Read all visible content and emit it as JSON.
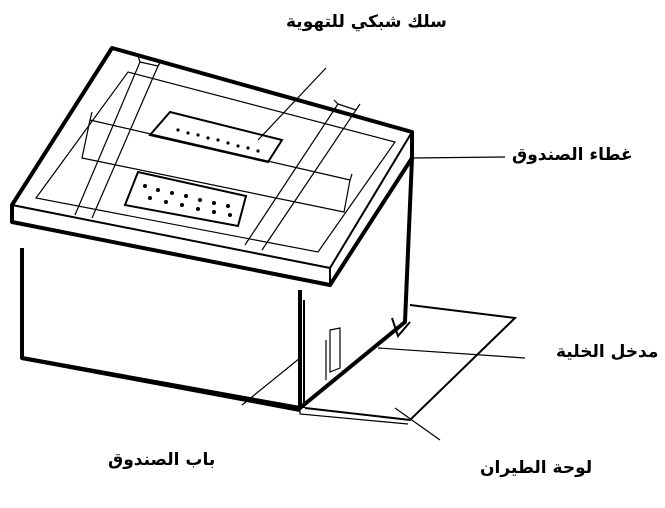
{
  "labels": {
    "ventilation_mesh": "سلك شبكي للتهوية",
    "box_cover": "غطاء الصندوق",
    "hive_entrance": "مدخل الخلية",
    "box_door": "باب الصندوق",
    "landing_board": "لوحة الطيران"
  }
}
